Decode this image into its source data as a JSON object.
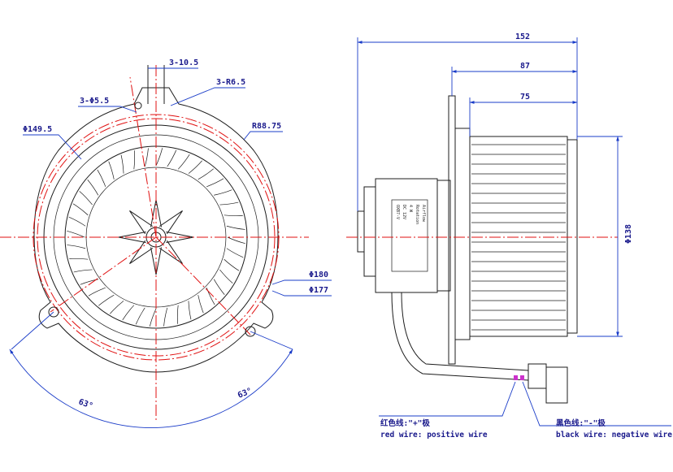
{
  "front_view": {
    "dims": {
      "slot": "3-10.5",
      "radius_slot": "3-R6.5",
      "holes": "3-Φ5.5",
      "pcd": "Φ149.5",
      "outer_radius": "R88.75",
      "dia_180": "Φ180",
      "dia_177": "Φ177",
      "angle_left": "63°",
      "angle_right": "63°"
    }
  },
  "side_view": {
    "dims": {
      "overall_length": "152",
      "length_87": "87",
      "length_75": "75",
      "wheel_dia": "Φ138"
    },
    "label_lines": [
      "OXB7-V",
      "DC 12V",
      "4 W",
      "Rotation",
      "Airflow"
    ]
  },
  "wires": {
    "red_cn": "红色线:\"+\"极",
    "red_en": "red wire: positive wire",
    "black_cn": "黑色线:\"-\"极",
    "black_en": "black wire: negative wire"
  },
  "colors": {
    "centerline": "#e01010",
    "dimension": "#1a3cc8",
    "outline": "#1c1c1c",
    "text": "#1a1a8c",
    "wire_marker": "#cc33cc"
  }
}
